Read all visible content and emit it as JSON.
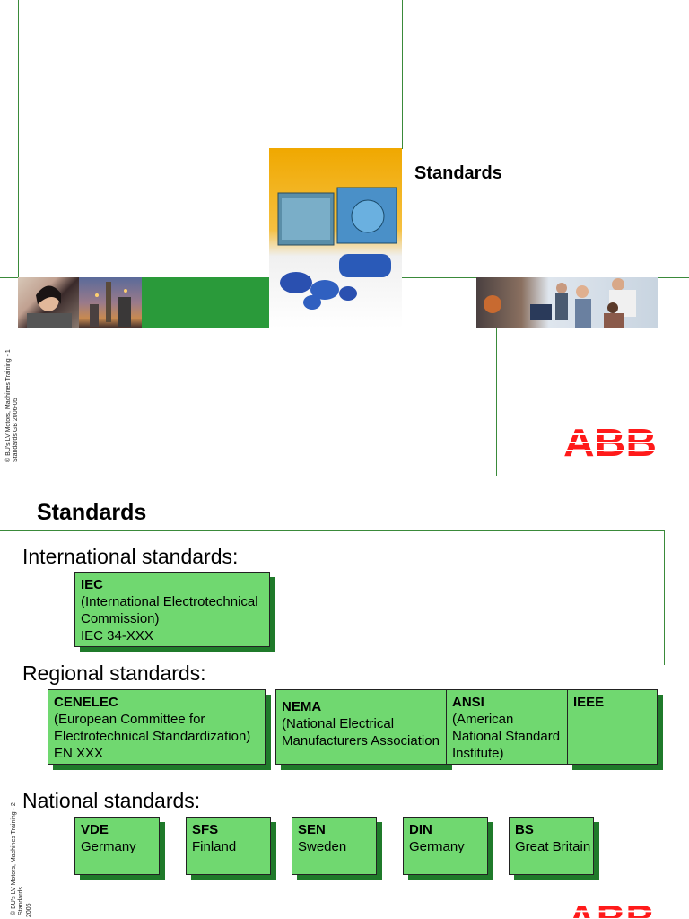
{
  "slide1": {
    "title": "Standards",
    "footer_line1": "© BU's LV Motors, Machines Training - 1",
    "footer_line2": "Standards GB 2006-05",
    "logo_text": "ABB"
  },
  "slide2": {
    "title": "Standards",
    "international_heading": "International standards:",
    "regional_heading": "Regional standards:",
    "national_heading": "National standards:",
    "iec": {
      "name": "IEC",
      "lines": [
        "(International Electrotechnical",
        "Commission)",
        "IEC 34-XXX"
      ]
    },
    "cenelec": {
      "name": "CENELEC",
      "lines": [
        "(European Committee for",
        "Electrotechnical Standardization)",
        "EN XXX"
      ]
    },
    "nema": {
      "name": "NEMA",
      "lines": [
        "(National Electrical",
        "Manufacturers Association"
      ]
    },
    "ansi": {
      "name": "ANSI",
      "lines": [
        "(American",
        "National Standard",
        "Institute)"
      ]
    },
    "ieee": {
      "name": "IEEE"
    },
    "vde": {
      "name": "VDE",
      "country": "Germany"
    },
    "sfs": {
      "name": "SFS",
      "country": "Finland"
    },
    "sen": {
      "name": "SEN",
      "country": "Sweden"
    },
    "din": {
      "name": "DIN",
      "country": "Germany"
    },
    "bs": {
      "name": "BS",
      "country": "Great Britain"
    },
    "footer_line1": "© BU's LV Motors, Machines Training - 2",
    "footer_line2": "Standards",
    "footer_line3": "2006",
    "logo_text": "ABB"
  }
}
